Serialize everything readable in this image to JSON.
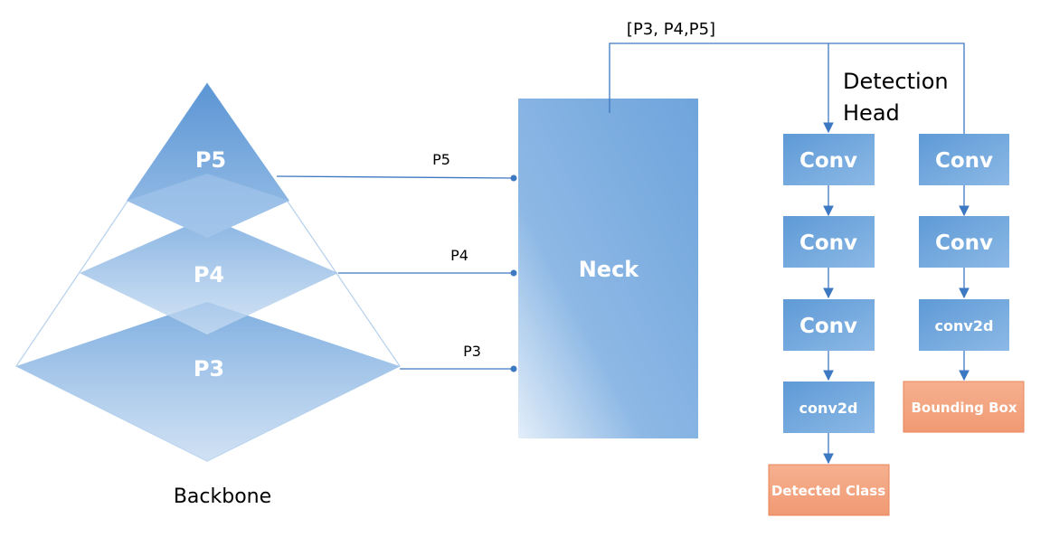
{
  "pyramid": {
    "levels": [
      "P5",
      "P4",
      "P3"
    ],
    "caption": "Backbone"
  },
  "connections": {
    "p5": "P5",
    "p4": "P4",
    "p3": "P3",
    "top": "[P3, P4,P5]"
  },
  "neck": {
    "label": "Neck"
  },
  "head": {
    "title_line1": "Detection",
    "title_line2": "Head",
    "class_branch": [
      "Conv",
      "Conv",
      "Conv",
      "conv2d"
    ],
    "box_branch": [
      "Conv",
      "Conv",
      "conv2d"
    ],
    "class_output": "Detected Class",
    "box_output": "Bounding Box"
  },
  "colors": {
    "block": "#5b9bd5",
    "output": "#f4a582",
    "line": "#3d78c2"
  }
}
